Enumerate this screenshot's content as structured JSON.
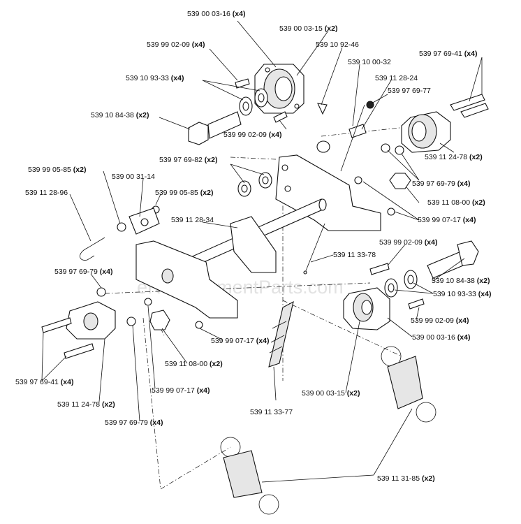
{
  "watermark": "eReplacementParts.com",
  "labels": [
    {
      "id": "l01",
      "pn": "539 00 03-16",
      "qty": "(x4)"
    },
    {
      "id": "l02",
      "pn": "539 00 03-15",
      "qty": "(x2)"
    },
    {
      "id": "l03",
      "pn": "539 99 02-09",
      "qty": "(x4)"
    },
    {
      "id": "l04",
      "pn": "539 10 92-46",
      "qty": ""
    },
    {
      "id": "l05",
      "pn": "539 10 00-32",
      "qty": ""
    },
    {
      "id": "l06",
      "pn": "539 97 69-41",
      "qty": "(x4)"
    },
    {
      "id": "l07",
      "pn": "539 11 28-24",
      "qty": ""
    },
    {
      "id": "l08",
      "pn": "539 10 93-33",
      "qty": "(x4)"
    },
    {
      "id": "l09",
      "pn": "539 97 69-77",
      "qty": ""
    },
    {
      "id": "l10",
      "pn": "539 10 84-38",
      "qty": "(x2)"
    },
    {
      "id": "l11",
      "pn": "539 99 02-09",
      "qty": "(x4)"
    },
    {
      "id": "l12",
      "pn": "539 11 24-78",
      "qty": "(x2)"
    },
    {
      "id": "l13",
      "pn": "539 97 69-82",
      "qty": "(x2)"
    },
    {
      "id": "l14",
      "pn": "539 99 05-85",
      "qty": "(x2)"
    },
    {
      "id": "l15",
      "pn": "539 00 31-14",
      "qty": ""
    },
    {
      "id": "l16",
      "pn": "539 97 69-79",
      "qty": "(x4)"
    },
    {
      "id": "l17",
      "pn": "539 99 05-85",
      "qty": "(x2)"
    },
    {
      "id": "l18",
      "pn": "539 11 28-96",
      "qty": ""
    },
    {
      "id": "l19",
      "pn": "539 11 08-00",
      "qty": "(x2)"
    },
    {
      "id": "l20",
      "pn": "539 11 28-34",
      "qty": ""
    },
    {
      "id": "l21",
      "pn": "539 99 07-17",
      "qty": "(x4)"
    },
    {
      "id": "l22",
      "pn": "539 99 02-09",
      "qty": "(x4)"
    },
    {
      "id": "l23",
      "pn": "539 11 33-78",
      "qty": ""
    },
    {
      "id": "l24",
      "pn": "539 97 69-79",
      "qty": "(x4)"
    },
    {
      "id": "l25",
      "pn": "539 10 84-38",
      "qty": "(x2)"
    },
    {
      "id": "l26",
      "pn": "539 10 93-33",
      "qty": "(x4)"
    },
    {
      "id": "l27",
      "pn": "539 99 02-09",
      "qty": "(x4)"
    },
    {
      "id": "l28",
      "pn": "539 99 07-17",
      "qty": "(x4)"
    },
    {
      "id": "l29",
      "pn": "539 00 03-16",
      "qty": "(x4)"
    },
    {
      "id": "l30",
      "pn": "539 97 69-41",
      "qty": "(x4)"
    },
    {
      "id": "l31",
      "pn": "539 11 08-00",
      "qty": "(x2)"
    },
    {
      "id": "l32",
      "pn": "539 99 07-17",
      "qty": "(x4)"
    },
    {
      "id": "l33",
      "pn": "539 00 03-15",
      "qty": "(x2)"
    },
    {
      "id": "l34",
      "pn": "539 11 24-78",
      "qty": "(x2)"
    },
    {
      "id": "l35",
      "pn": "539 11 33-77",
      "qty": ""
    },
    {
      "id": "l36",
      "pn": "539 97 69-79",
      "qty": "(x4)"
    },
    {
      "id": "l37",
      "pn": "539 11 31-85",
      "qty": "(x2)"
    }
  ]
}
